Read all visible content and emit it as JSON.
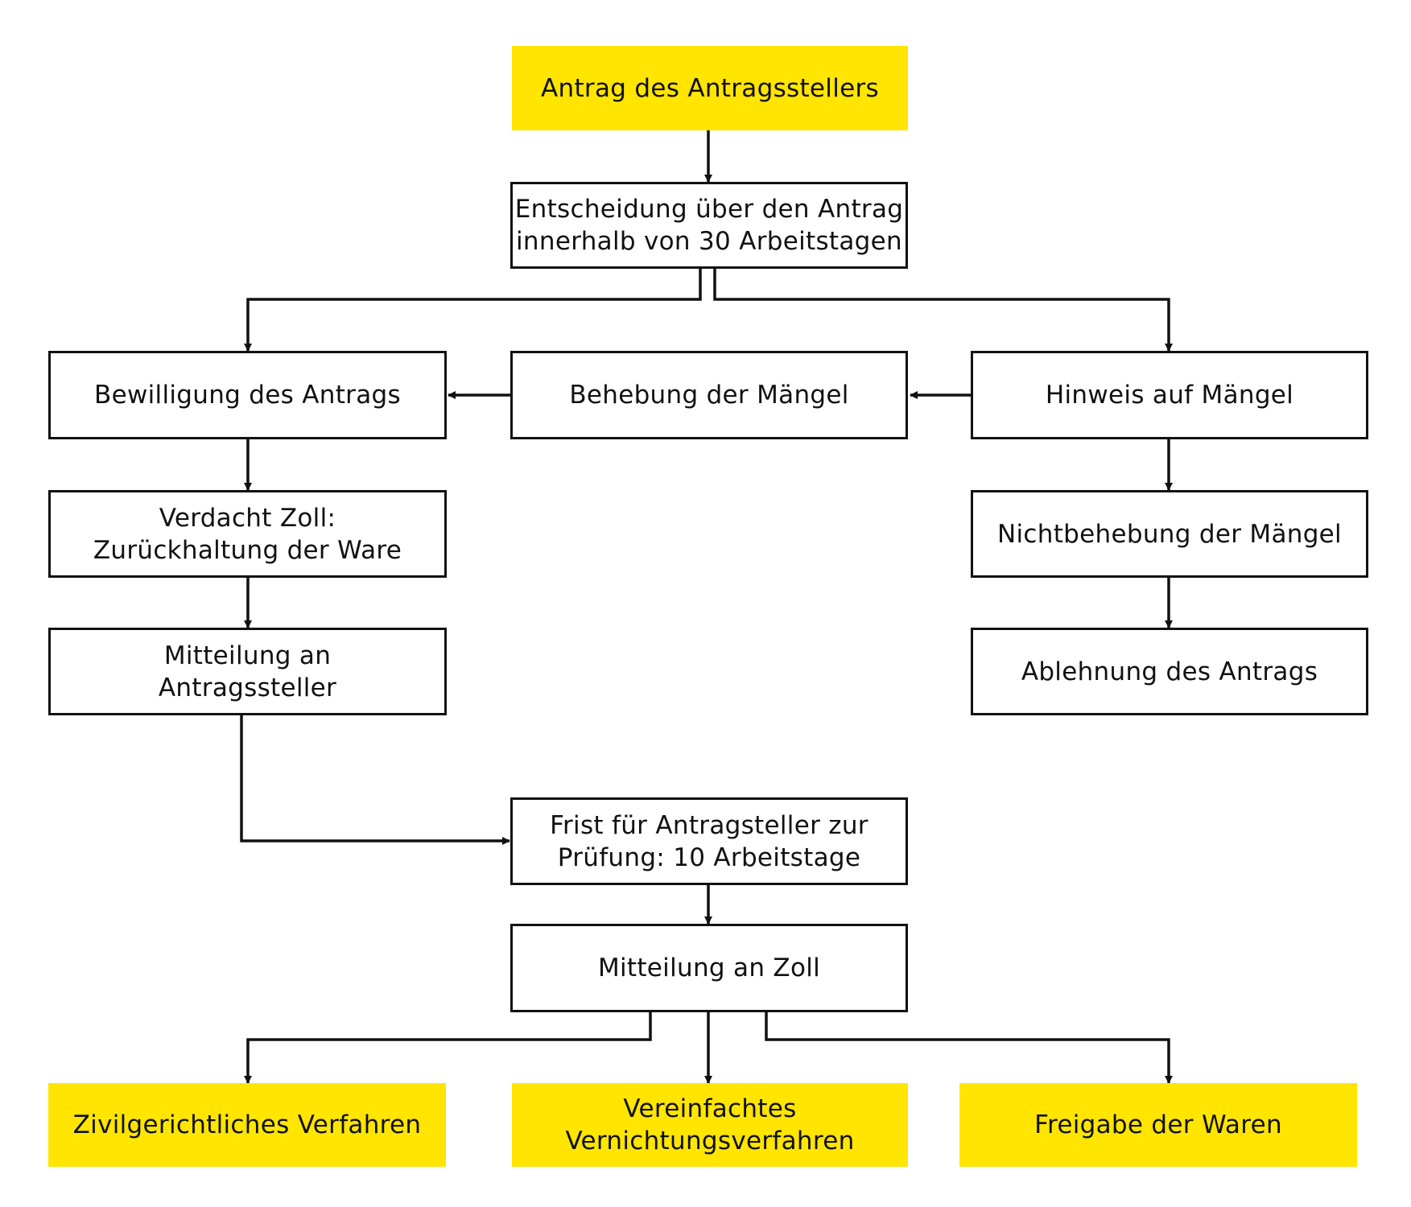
{
  "colors": {
    "highlight": "#ffe500",
    "line": "#111111",
    "background": "#ffffff"
  },
  "nodes": {
    "antrag": "Antrag des Antragsstellers",
    "entscheidung": "Entscheidung über den Antrag\ninnerhalb von 30 Arbeitstagen",
    "bewilligung": "Bewilligung des Antrags",
    "behebung": "Behebung der Mängel",
    "hinweis": "Hinweis auf Mängel",
    "verdacht": "Verdacht Zoll:\nZurückhaltung der Ware",
    "nichtbehebung": "Nichtbehebung der Mängel",
    "mitteilung_antragsteller": "Mitteilung an\nAntragssteller",
    "ablehnung": "Ablehnung des Antrags",
    "frist": "Frist für Antragsteller zur\nPrüfung: 10 Arbeitstage",
    "mitteilung_zoll": "Mitteilung an Zoll",
    "zivil": "Zivilgerichtliches Verfahren",
    "vernichtung": "Vereinfachtes\nVernichtungsverfahren",
    "freigabe": "Freigabe der Waren"
  }
}
